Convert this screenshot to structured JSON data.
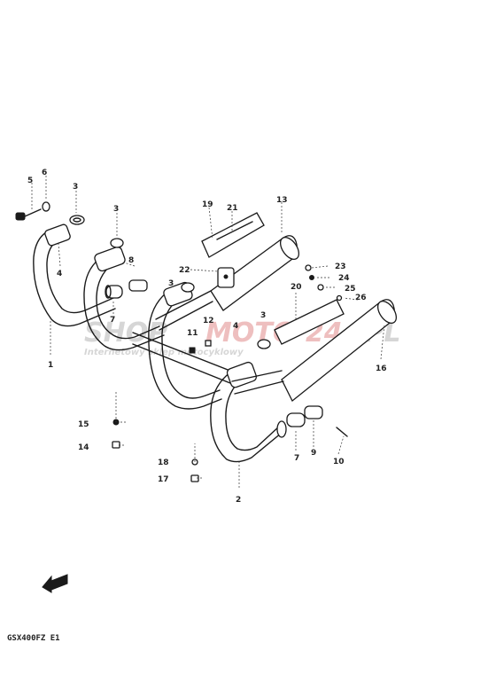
{
  "diagram": {
    "model_code": "GSX400FZ E1",
    "callouts": [
      {
        "id": "c5a",
        "label": "5"
      },
      {
        "id": "c6a",
        "label": "6"
      },
      {
        "id": "c3a",
        "label": "3"
      },
      {
        "id": "c3b",
        "label": "3"
      },
      {
        "id": "c19",
        "label": "19"
      },
      {
        "id": "c21",
        "label": "21"
      },
      {
        "id": "c13",
        "label": "13"
      },
      {
        "id": "c4a",
        "label": "4"
      },
      {
        "id": "c8",
        "label": "8"
      },
      {
        "id": "c22",
        "label": "22"
      },
      {
        "id": "c23",
        "label": "23"
      },
      {
        "id": "c24",
        "label": "24"
      },
      {
        "id": "c25",
        "label": "25"
      },
      {
        "id": "c26",
        "label": "26"
      },
      {
        "id": "c20",
        "label": "20"
      },
      {
        "id": "c3c",
        "label": "3"
      },
      {
        "id": "c7a",
        "label": "7"
      },
      {
        "id": "c12",
        "label": "12"
      },
      {
        "id": "c4b",
        "label": "4"
      },
      {
        "id": "c3d",
        "label": "3"
      },
      {
        "id": "c11",
        "label": "11"
      },
      {
        "id": "c1",
        "label": "1"
      },
      {
        "id": "c16",
        "label": "16"
      },
      {
        "id": "c15",
        "label": "15"
      },
      {
        "id": "c14",
        "label": "14"
      },
      {
        "id": "c7b",
        "label": "7"
      },
      {
        "id": "c9",
        "label": "9"
      },
      {
        "id": "c10",
        "label": "10"
      },
      {
        "id": "c18",
        "label": "18"
      },
      {
        "id": "c17",
        "label": "17"
      },
      {
        "id": "c2",
        "label": "2"
      }
    ]
  },
  "watermark": {
    "part1": "SHOP",
    "part2": "MOTO",
    "part3": "24",
    "part4": ".PL",
    "tagline": "Internetowy sklep motocyklowy"
  },
  "colors": {
    "line": "#1a1a1a",
    "watermark_gray": "#c8c8c8",
    "watermark_red": "#e8b0b0"
  }
}
